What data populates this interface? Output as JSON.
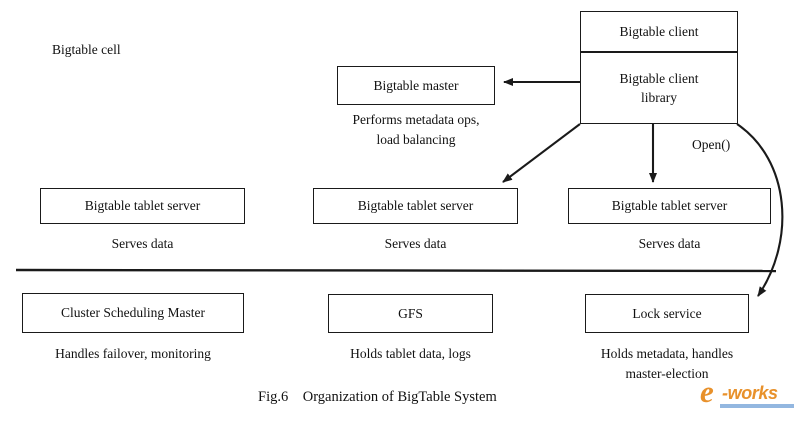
{
  "figure": {
    "caption": "Fig.6    Organization of BigTable System",
    "cell_label": "Bigtable cell"
  },
  "nodes": {
    "client": {
      "top_label": "Bigtable client",
      "bottom_label_line1": "Bigtable client",
      "bottom_label_line2": "library"
    },
    "master": {
      "label": "Bigtable master",
      "desc_line1": "Performs metadata ops,",
      "desc_line2": "load balancing"
    },
    "tablet_servers": [
      {
        "label": "Bigtable tablet server",
        "desc": "Serves data"
      },
      {
        "label": "Bigtable tablet server",
        "desc": "Serves data"
      },
      {
        "label": "Bigtable tablet server",
        "desc": "Serves data"
      }
    ],
    "infrastructure": [
      {
        "label": "Cluster Scheduling Master",
        "desc_line1": "Handles failover, monitoring",
        "desc_line2": ""
      },
      {
        "label": "GFS",
        "desc_line1": "Holds tablet data, logs",
        "desc_line2": ""
      },
      {
        "label": "Lock service",
        "desc_line1": "Holds metadata, handles",
        "desc_line2": "master-election"
      }
    ]
  },
  "edges": {
    "open_call_label": "Open()"
  },
  "watermark": {
    "mark_e": "e",
    "mark_works": "-works"
  },
  "colors": {
    "ink": "#111111",
    "background": "#ffffff",
    "watermark_orange": "#e8912b",
    "watermark_blue": "#93b7e0"
  }
}
